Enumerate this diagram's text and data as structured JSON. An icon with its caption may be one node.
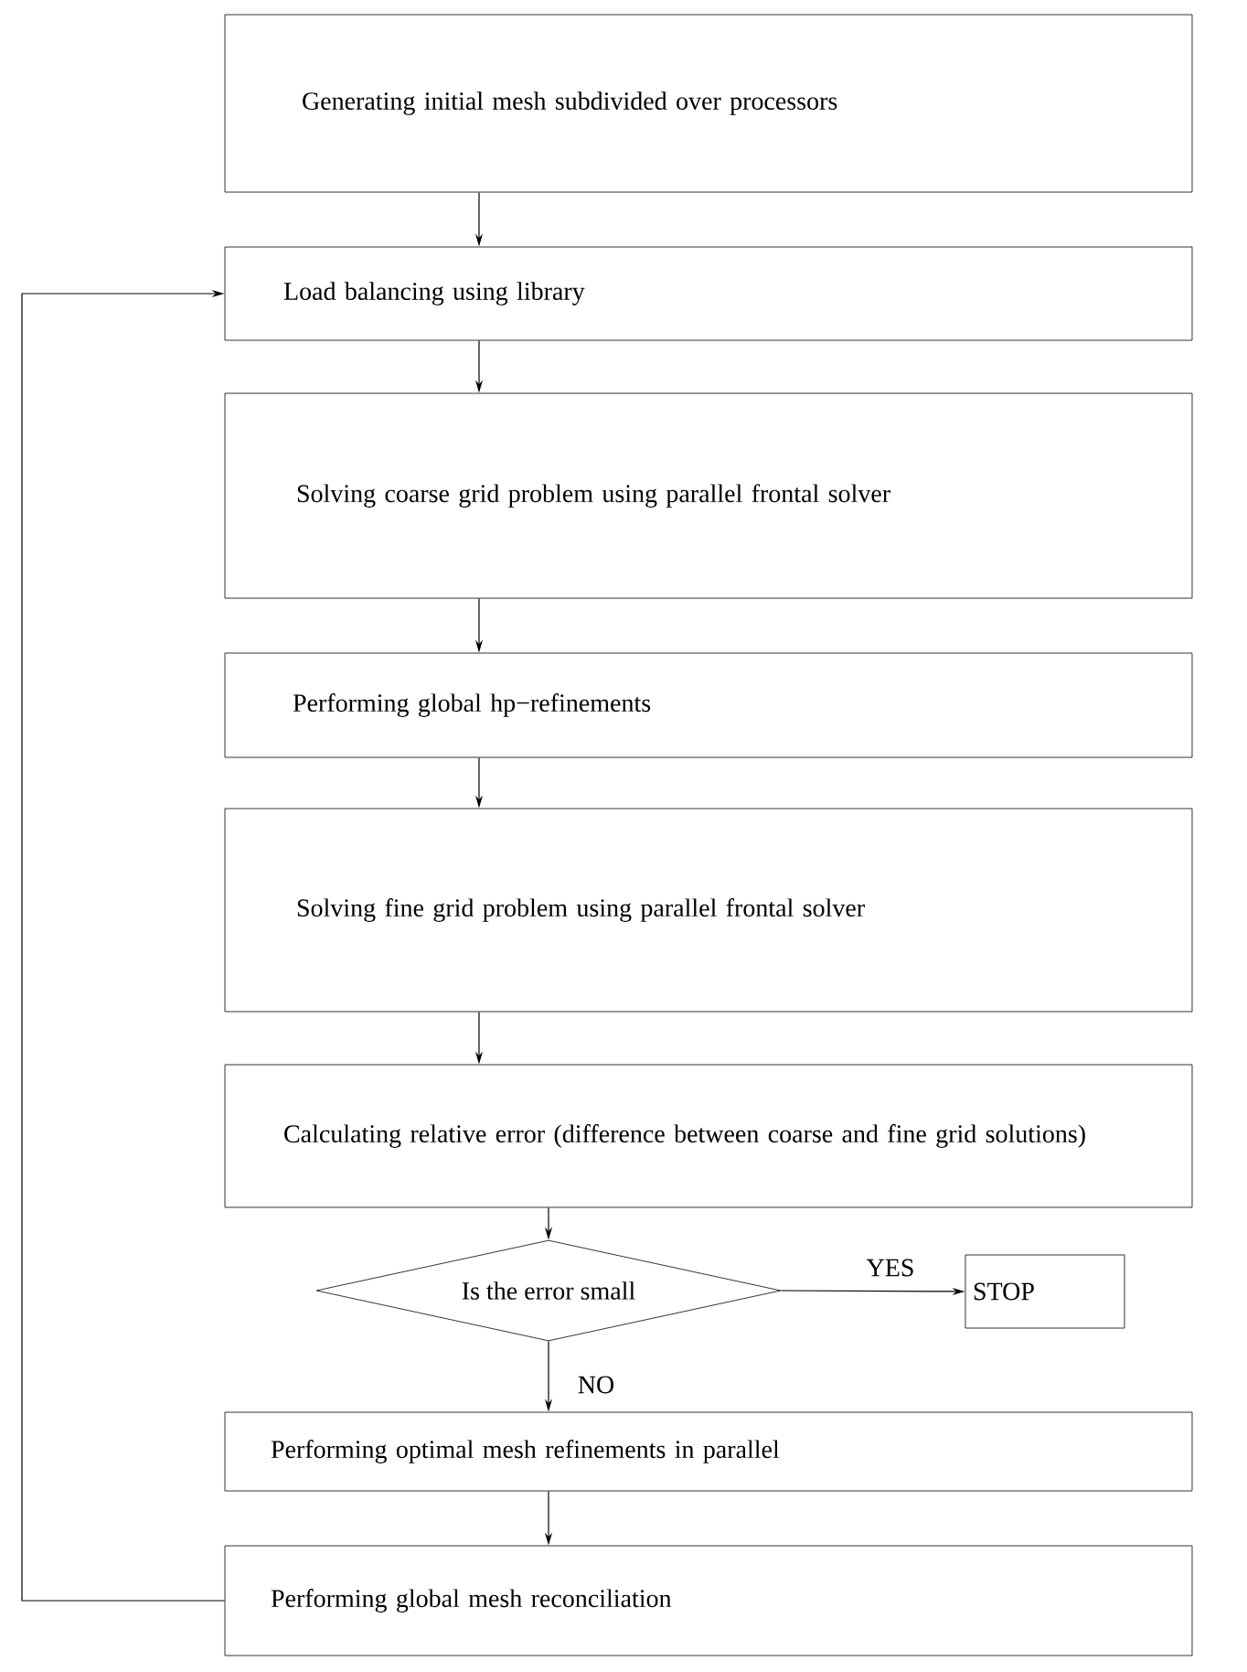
{
  "diagram": {
    "nodes": [
      {
        "text": [
          "Generating initial mesh subdivided over processors"
        ]
      },
      {
        "text": [
          "Load balancing using library"
        ]
      },
      {
        "text": [
          "Solving coarse grid problem using parallel frontal solver"
        ]
      },
      {
        "text": [
          "Performing global hp−refinements"
        ]
      },
      {
        "text": [
          "Solving fine grid problem using parallel frontal solver"
        ]
      },
      {
        "text": [
          "Calculating relative error (difference between coarse and fine grid solutions)"
        ]
      },
      {
        "text": [
          "Is the error small"
        ]
      },
      {
        "text": [
          "STOP"
        ]
      },
      {
        "text": [
          "Performing optimal mesh refinements in parallel"
        ]
      },
      {
        "text": [
          "Performing global mesh reconciliation"
        ]
      }
    ],
    "edges": [
      {
        "from": 0,
        "to": 1,
        "arrow": "to"
      },
      {
        "from": 1,
        "to": 2,
        "arrow": "to"
      },
      {
        "from": 2,
        "to": 3,
        "arrow": "to"
      },
      {
        "from": 3,
        "to": 4,
        "arrow": "to"
      },
      {
        "from": 4,
        "to": 5,
        "arrow": "to"
      },
      {
        "from": 5,
        "to": 6,
        "arrow": "to"
      },
      {
        "from": 6,
        "to": 7,
        "arrow": "to",
        "label": "YES"
      },
      {
        "from": 6,
        "to": 8,
        "arrow": "to",
        "label": "NO"
      },
      {
        "from": 8,
        "to": 9,
        "arrow": "to"
      },
      {
        "from": 9,
        "to": 1,
        "arrow": "to"
      }
    ]
  }
}
